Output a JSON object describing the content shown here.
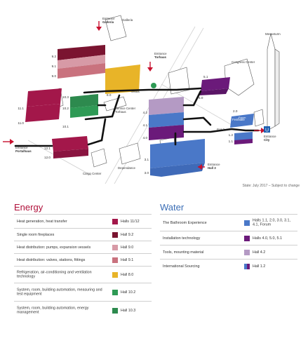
{
  "map": {
    "entrances": {
      "galleria": [
        "Entrance",
        "Galleria"
      ],
      "torhaus": [
        "Entrance",
        "Torhaus"
      ],
      "portalhaus": [
        "Entrance",
        "Portalhaus"
      ],
      "city": [
        "Entrance",
        "City"
      ],
      "hall3": [
        "Entrance",
        "Hall 3"
      ]
    },
    "buildings": {
      "galleria": "Galleria",
      "messeturm": "Messeturm",
      "congress": "Congress Center",
      "service_center": [
        "Service Center",
        "Torhaus"
      ],
      "cargo": "Cargo Center",
      "dependance": "Dependance",
      "festhalle": "Festhalle",
      "forum": "Forum",
      "torhaus_small": "Torhaus"
    },
    "halls": {
      "h9_2": "9.2",
      "h9_1": "9.1",
      "h9_0": "9.0",
      "h8_0": "8.0",
      "h11_1": "11.1",
      "h11_0": "11.0",
      "h10_3": "10.3",
      "h10_2": "10.2",
      "h10_1": "10.1",
      "h12_1": "12.1",
      "h12_0": "12.0",
      "h5_1": "5.1",
      "h5_0": "5.0",
      "h4_2": "4.2",
      "h4_1": "4.1",
      "h4_0": "4.0",
      "h3_1": "3.1",
      "h3_0": "3.0",
      "h2_0": "2.0",
      "h1_2": "1.2",
      "h1_1": "1.1",
      "forum_code": "For 2"
    },
    "metro_icon_label": "U"
  },
  "status_note": "State: July 2017 – Subject to change",
  "energy": {
    "title": "Energy",
    "rows": [
      {
        "label": "Heat generation, heat transfer",
        "hall": "Halls 11/12",
        "color": "#a3174a"
      },
      {
        "label": "Single room fireplaces",
        "hall": "Hall 9.2",
        "color": "#7a1430"
      },
      {
        "label": "Heat distribution: pumps, expansion vessels",
        "hall": "Hall 9.0",
        "color": "#d79aa6"
      },
      {
        "label": "Heat distribution: valves, stations, fittings",
        "hall": "Hall 9.1",
        "color": "#c9727e"
      },
      {
        "label": "Refrigeration, air-conditioning and ventilation technology",
        "hall": "Hall 8.0",
        "color": "#e8b428"
      },
      {
        "label": "System, room, building automation, measuring and test equipment",
        "hall": "Hall 10.2",
        "color": "#2e9a55"
      },
      {
        "label": "System, room, building automation, energy management",
        "hall": "Hall 10.3",
        "color": "#2d8a4e"
      }
    ]
  },
  "water": {
    "title": "Water",
    "rows": [
      {
        "label": "The Bathroom Experience",
        "hall": "Halls 1.1, 2.0, 3.0, 3.1, 4.1, Forum",
        "color": "#4a78c8"
      },
      {
        "label": "Installation technology",
        "hall": "Halls 4.0, 5.0, 5.1",
        "color": "#6b1a7a"
      },
      {
        "label": "Tools, mounting material",
        "hall": "Hall 4.2",
        "color": "#b49ac4"
      },
      {
        "label": "International Sourcing",
        "hall": "Hall 1.2",
        "color": "#4a78c8"
      }
    ]
  }
}
